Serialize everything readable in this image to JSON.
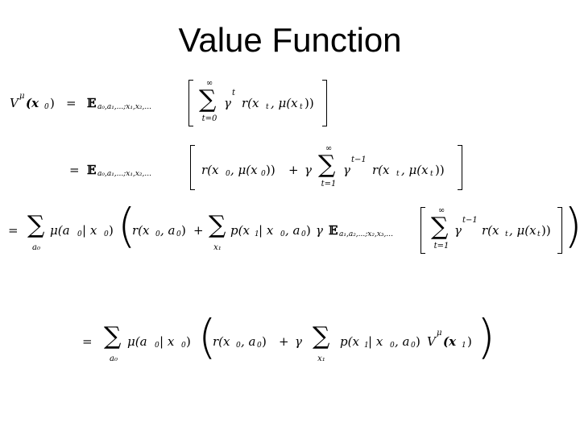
{
  "slide": {
    "title": "Value Function"
  },
  "eq1": {
    "lhs": "V",
    "lhs_sup": "μ",
    "lhs_arg": "(x",
    "lhs_arg_sub": "0",
    "lhs_close": ")",
    "rel": "=",
    "expect": "𝔼",
    "expect_sub": "a₀,a₁,...;x₁,x₂,...",
    "sum": "∑",
    "sum_upper": "∞",
    "sum_lower": "t=0",
    "gamma": "γ",
    "gamma_sup": "t",
    "reward": "r(x",
    "reward_sub": "t",
    "reward_mid": ", μ(x",
    "reward_sub2": "t",
    "reward_close": "))"
  },
  "eq2": {
    "rel": "=",
    "expect": "𝔼",
    "expect_sub": "a₀,a₁,...;x₁,x₂,...",
    "r0": "r(x",
    "r0_sub": "0",
    "r0_mid": ", μ(x",
    "r0_sub2": "0",
    "r0_close": "))",
    "plus": "+",
    "gamma": "γ",
    "sum": "∑",
    "sum_upper": "∞",
    "sum_lower": "t=1",
    "gamma2": "γ",
    "gamma2_sup": "t−1",
    "rt": "r(x",
    "rt_sub": "t",
    "rt_mid": ", μ(x",
    "rt_sub2": "t",
    "rt_close": "))"
  },
  "eq3": {
    "rel": "=",
    "sum1": "∑",
    "sum1_lower": "a₀",
    "mu": "μ(a",
    "mu_sub": "0",
    "mu_mid": " | x",
    "mu_sub2": "0",
    "mu_close": ")",
    "r0": "r(x",
    "r0_sub": "0",
    "r0_mid": ", a",
    "r0_sub2": "0",
    "r0_close": ")",
    "plus": "+",
    "sum2": "∑",
    "sum2_lower": "x₁",
    "p": "p(x",
    "p_sub": "1",
    "p_mid": " | x",
    "p_sub2": "0",
    "p_mid2": ", a",
    "p_sub3": "0",
    "p_close": ")",
    "gamma": "γ",
    "expect": "𝔼",
    "expect_sub": "a₁,a₂,...;x₂,x₃,...",
    "sum3": "∑",
    "sum3_upper": "∞",
    "sum3_lower": "t=1",
    "gamma2": "γ",
    "gamma2_sup": "t−1",
    "rt": "r(x",
    "rt_sub": "t",
    "rt_mid": ", μ(x",
    "rt_sub2": "t",
    "rt_close": "))"
  },
  "eq4": {
    "rel": "=",
    "sum1": "∑",
    "sum1_lower": "a₀",
    "mu": "μ(a",
    "mu_sub": "0",
    "mu_mid": " | x",
    "mu_sub2": "0",
    "mu_close": ")",
    "r0": "r(x",
    "r0_sub": "0",
    "r0_mid": ", a",
    "r0_sub2": "0",
    "r0_close": ")",
    "plus": "+",
    "gamma": "γ",
    "sum2": "∑",
    "sum2_lower": "x₁",
    "p": "p(x",
    "p_sub": "1",
    "p_mid": " | x",
    "p_sub2": "0",
    "p_mid2": ", a",
    "p_sub3": "0",
    "p_close": ")",
    "v": "V",
    "v_sup": "μ",
    "v_arg": "(x",
    "v_sub": "1",
    "v_close": ")"
  }
}
